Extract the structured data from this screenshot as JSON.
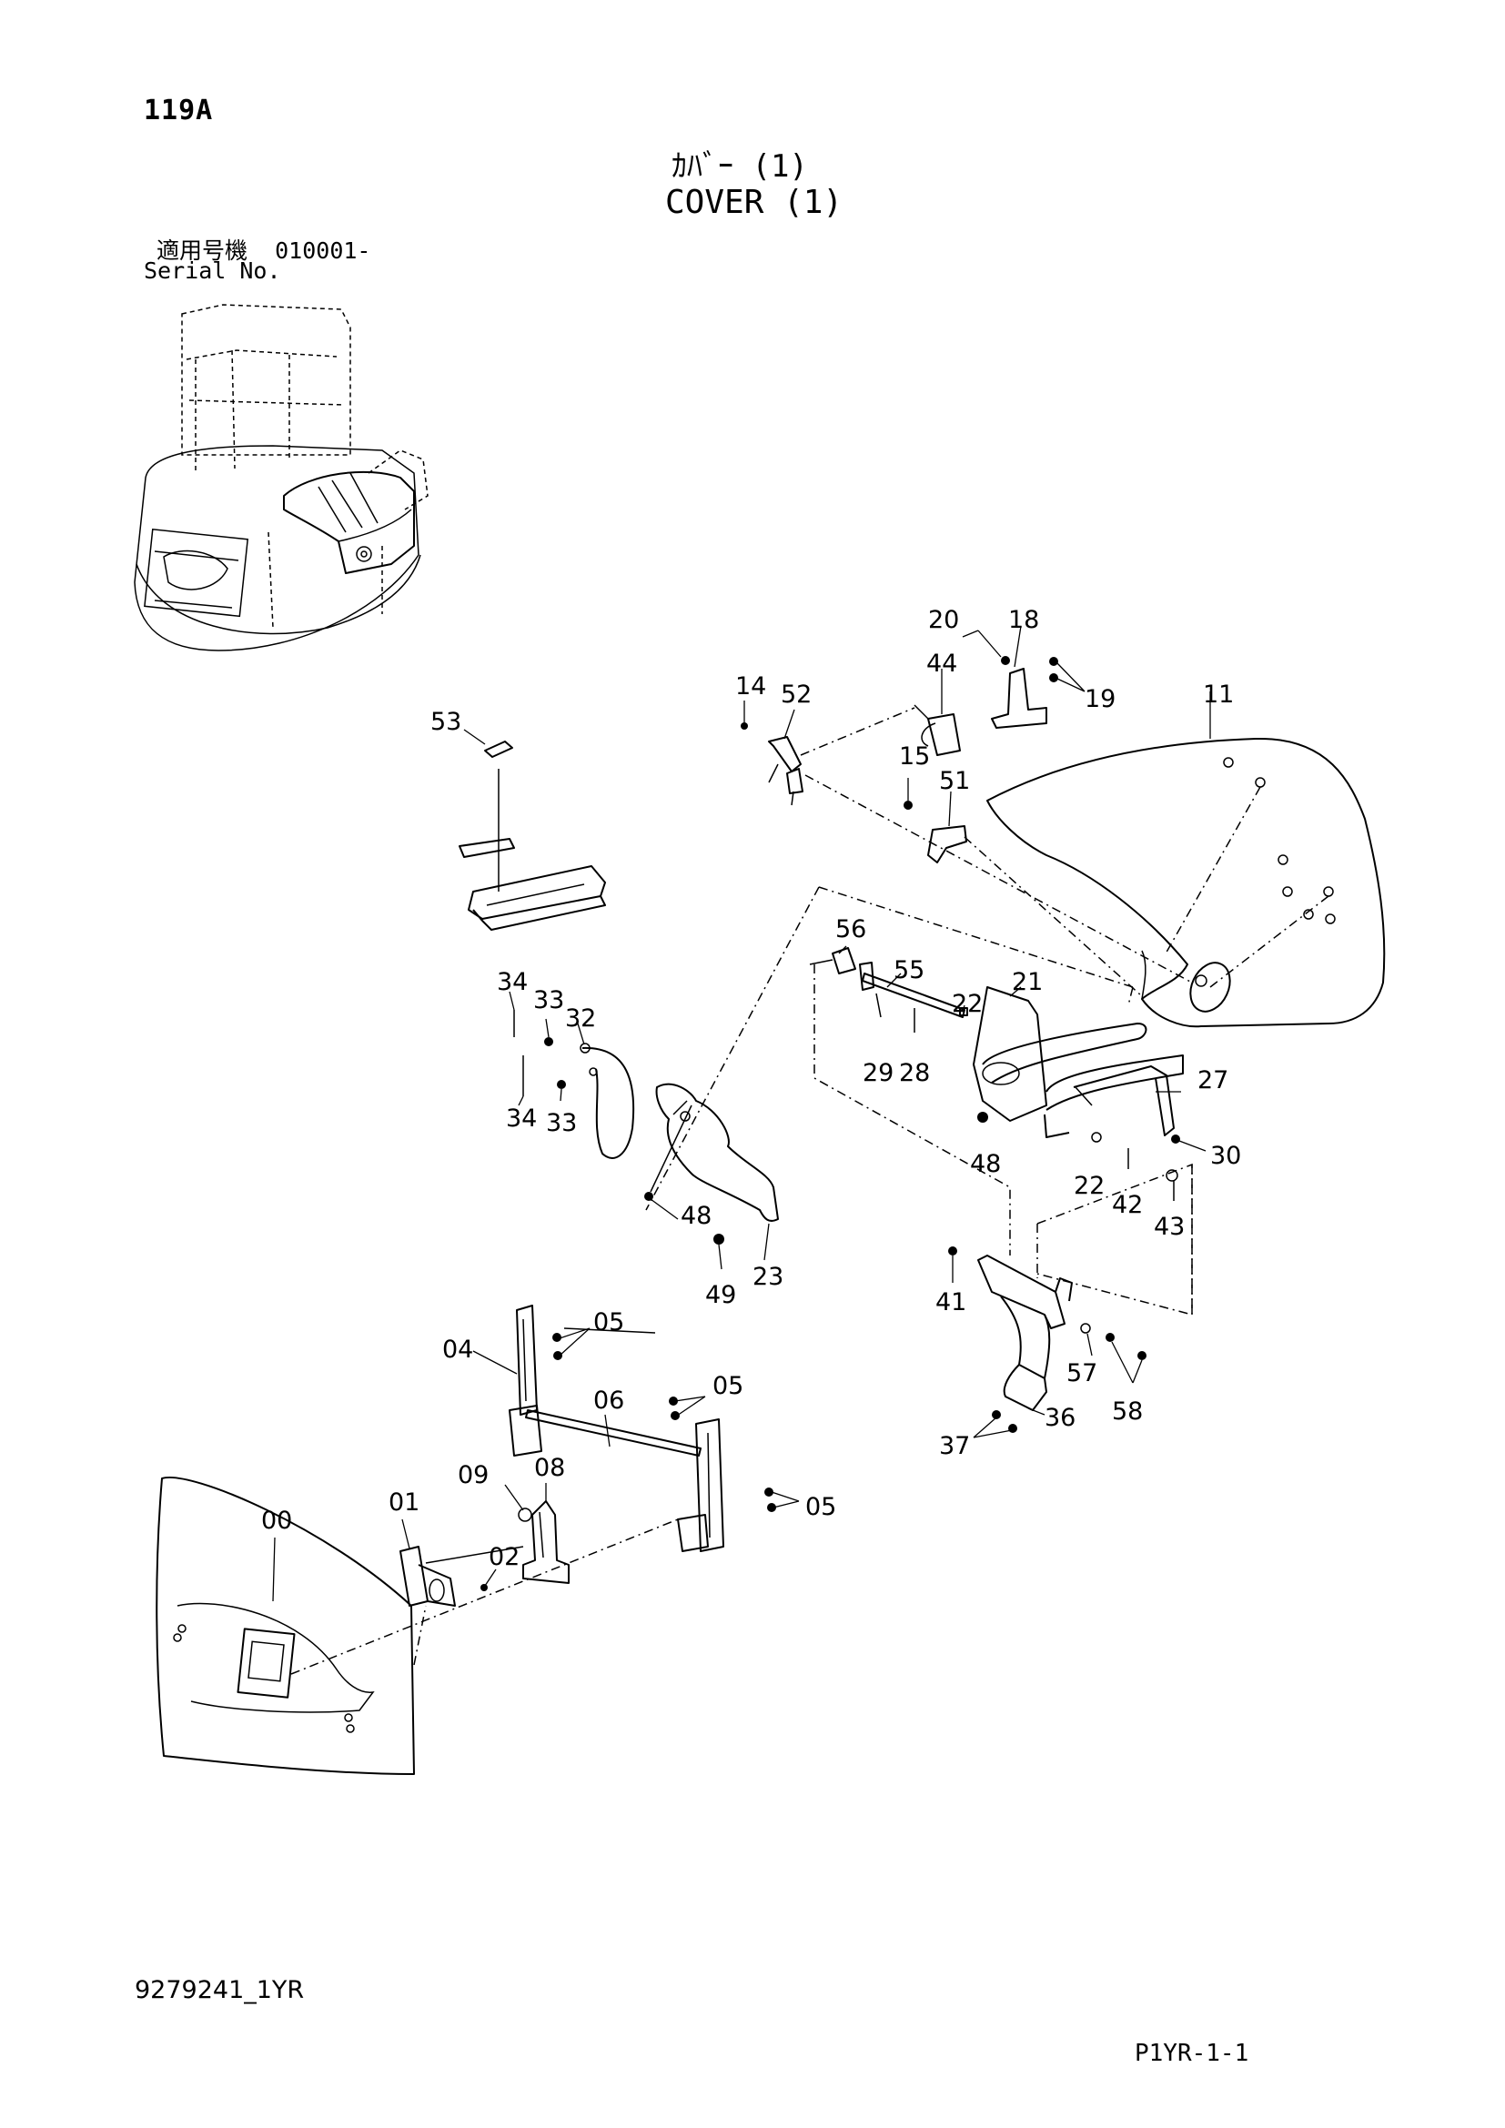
{
  "header": {
    "page_number": "119A",
    "title_jp": "ｶﾊﾞｰ (1)",
    "title_en": "COVER (1)",
    "serial_label_jp": "適用号機",
    "serial_value": "010001-",
    "serial_label_en": "Serial No."
  },
  "footer": {
    "doc_code": "9279241_1YR",
    "page_ref": "P1YR-1-1"
  },
  "callouts": {
    "c00": "00",
    "c01": "01",
    "c02": "02",
    "c04": "04",
    "c05": "05",
    "c06": "06",
    "c08": "08",
    "c09": "09",
    "c11": "11",
    "c14": "14",
    "c15": "15",
    "c18": "18",
    "c19": "19",
    "c20": "20",
    "c21": "21",
    "c22": "22",
    "c23": "23",
    "c27": "27",
    "c28": "28",
    "c29": "29",
    "c30": "30",
    "c32": "32",
    "c33": "33",
    "c34": "34",
    "c36": "36",
    "c37": "37",
    "c41": "41",
    "c42": "42",
    "c43": "43",
    "c44": "44",
    "c48": "48",
    "c49": "49",
    "c51": "51",
    "c52": "52",
    "c53": "53",
    "c55": "55",
    "c56": "56",
    "c57": "57",
    "c58": "58"
  }
}
